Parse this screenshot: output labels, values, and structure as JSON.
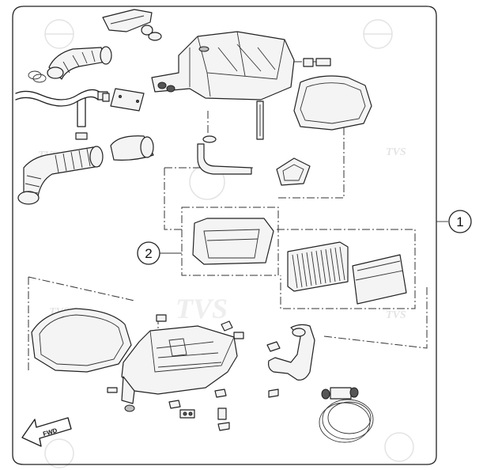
{
  "callouts": {
    "assembly_number": "1",
    "filter_kit_number": "2"
  },
  "direction_label": "FWD",
  "watermark": {
    "brand_small": "TVS",
    "brand_large": "TVS"
  },
  "colors": {
    "line": "#222222",
    "background": "#ffffff",
    "watermark": "#e4e4e4"
  }
}
